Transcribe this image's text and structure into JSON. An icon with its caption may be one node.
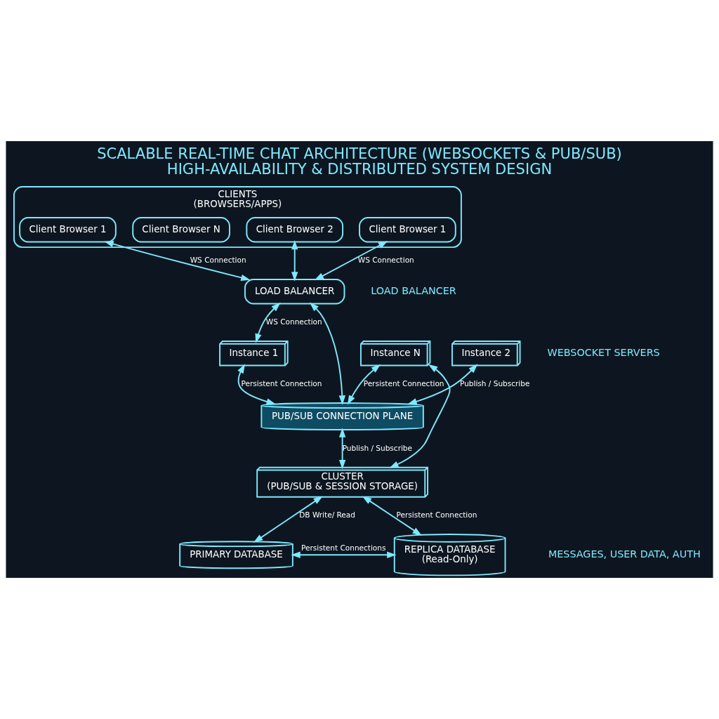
{
  "diagram": {
    "title": "SCALABLE REAL-TIME CHAT ARCHITECTURE (WEBSOCKETS & PUB/SUB)",
    "caption": "HIGH-AVAILABILITY & DISTRIBUTED SYSTEM DESIGN",
    "nodes": [
      {
        "text": [
          "CLIENTS",
          "(BROWSERS/APPS)"
        ]
      },
      {
        "text": [
          "Client Browser 1"
        ],
        "in": 0
      },
      {
        "text": [
          "Client Browser 2"
        ],
        "in": 0
      },
      {
        "text": [
          "Client Browser N"
        ],
        "in": 0
      },
      {
        "text": [
          "Client Browser 1"
        ],
        "in": 0
      },
      {
        "text": [
          "LOAD BALANCER"
        ]
      },
      {
        "text": [
          "Instance 1"
        ]
      },
      {
        "text": [
          "Instance 2"
        ]
      },
      {
        "text": [
          "Instance N"
        ]
      },
      {
        "text": [
          "PUB/SUB CONNECTION PLANE"
        ]
      },
      {
        "text": [
          "CLUSTER",
          "(PUB/SUB & SESSION STORAGE)"
        ]
      },
      {
        "text": [
          "PRIMARY DATABASE"
        ]
      },
      {
        "text": [
          "REPLICA DATABASE",
          "(Read-Only)"
        ]
      }
    ],
    "edges": [
      {
        "from": 1,
        "to": 5,
        "arrow": "both",
        "label": "WS Connection"
      },
      {
        "from": 2,
        "to": 5,
        "arrow": "both"
      },
      {
        "from": 4,
        "to": 5,
        "arrow": "both",
        "label": "WS Connection"
      },
      {
        "from": 5,
        "to": 6,
        "arrow": "both",
        "label": "WS Connection"
      },
      {
        "from": 5,
        "to": 9,
        "arrow": "both"
      },
      {
        "from": 6,
        "to": 9,
        "arrow": "both",
        "label": "Persistent Connection"
      },
      {
        "from": 7,
        "to": 9,
        "arrow": "both",
        "label": "Publish / Subscribe"
      },
      {
        "from": 8,
        "to": 9,
        "arrow": "both",
        "label": "Persistent Connection"
      },
      {
        "from": 9,
        "to": 10,
        "arrow": "both",
        "label": "Publish / Subscribe"
      },
      {
        "from": 10,
        "to": 8,
        "arrow": "both"
      },
      {
        "from": 10,
        "to": 11,
        "arrow": "both",
        "label": "DB Write/ Read"
      },
      {
        "from": 10,
        "to": 12,
        "arrow": "both",
        "label": "Persistent Connection"
      },
      {
        "from": 11,
        "to": 12,
        "arrow": "both",
        "label": "Persistent Connections"
      }
    ],
    "labels": [
      "LOAD BALANCER",
      "WEBSOCKET SERVERS",
      "MESSAGES, USER DATA, AUTH"
    ]
  }
}
